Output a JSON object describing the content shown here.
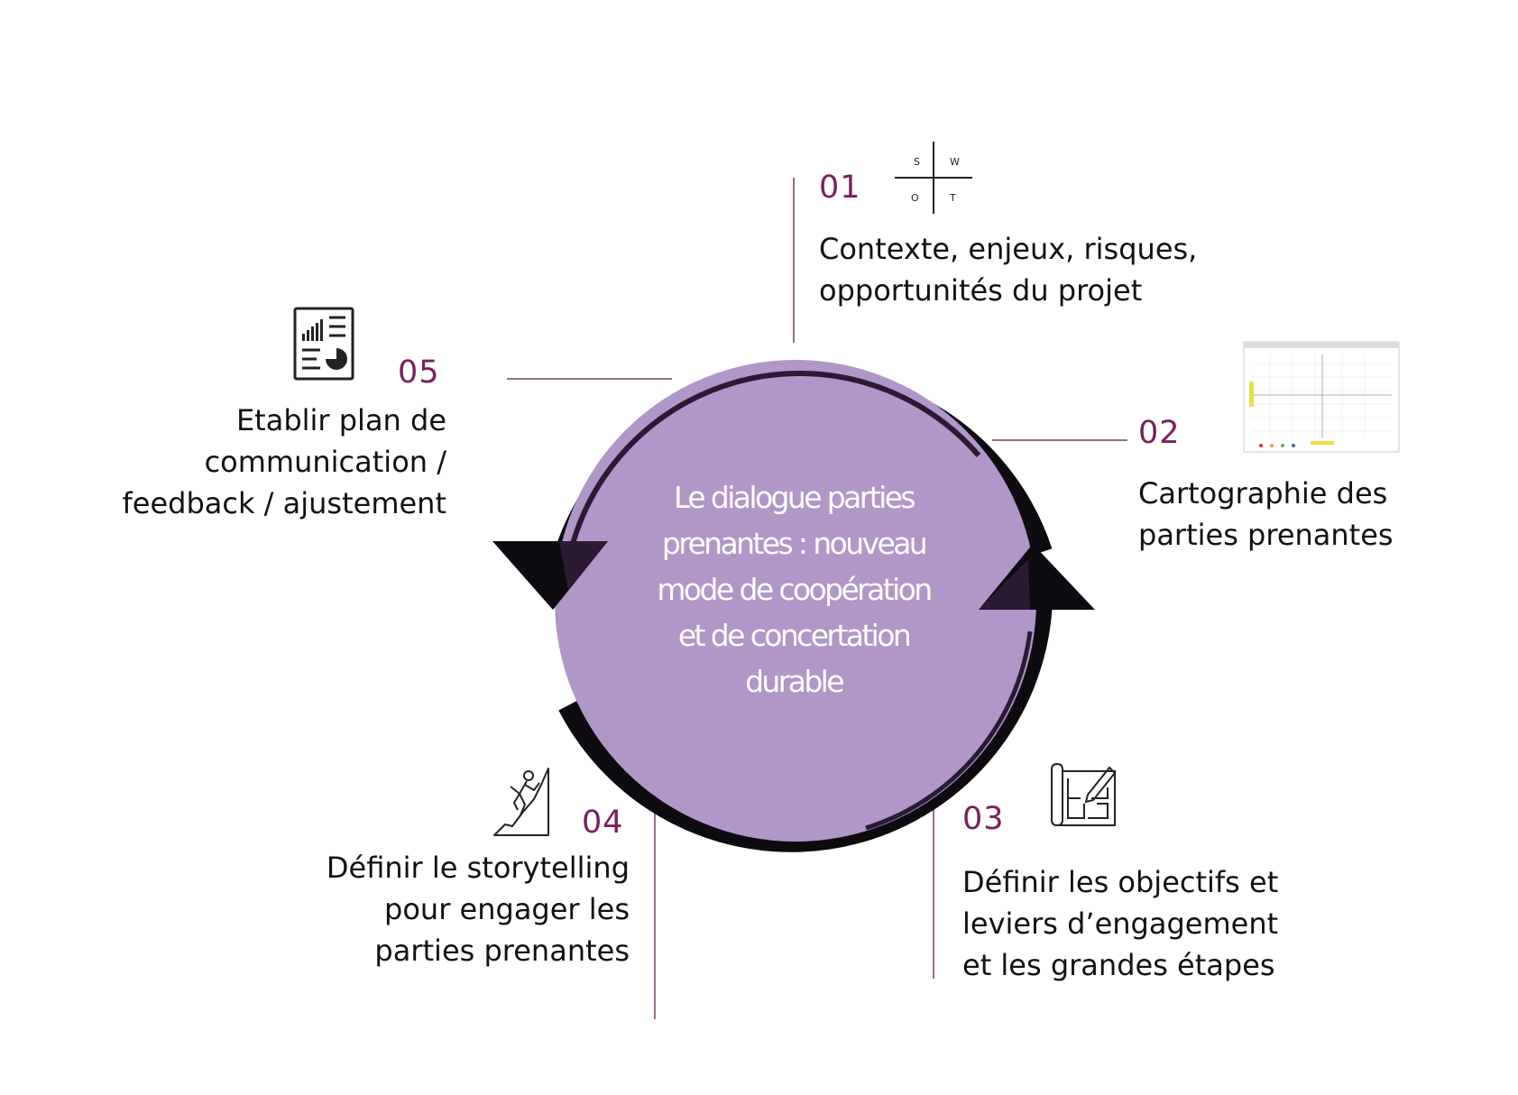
{
  "center": {
    "lines": [
      "Le dialogue parties",
      "prenantes : nouveau",
      "mode de coopération",
      "et de concertation",
      "durable"
    ]
  },
  "steps": [
    {
      "number": "01",
      "lines": [
        "Contexte, enjeux, risques,",
        "opportunités du projet"
      ],
      "icon": "swot-matrix-icon"
    },
    {
      "number": "02",
      "lines": [
        "Cartographie des",
        "parties prenantes"
      ],
      "icon": "stakeholder-map-thumbnail"
    },
    {
      "number": "03",
      "lines": [
        "Définir les objectifs et",
        "leviers d’engagement",
        "et les grandes étapes"
      ],
      "icon": "blueprint-plan-icon"
    },
    {
      "number": "04",
      "lines": [
        "Définir le storytelling",
        "pour engager les",
        "parties prenantes"
      ],
      "icon": "climber-icon"
    },
    {
      "number": "05",
      "lines": [
        "Etablir plan de",
        "communication /",
        "feedback / ajustement"
      ],
      "icon": "report-document-icon"
    }
  ],
  "swot_letters": [
    "S",
    "W",
    "O",
    "T"
  ],
  "colors": {
    "circle_fill": "#b196c8",
    "ring": "#0d0a10",
    "ring_inner": "#2b1a33",
    "number": "#7a1f5c",
    "connector": "#7a3a6a"
  }
}
